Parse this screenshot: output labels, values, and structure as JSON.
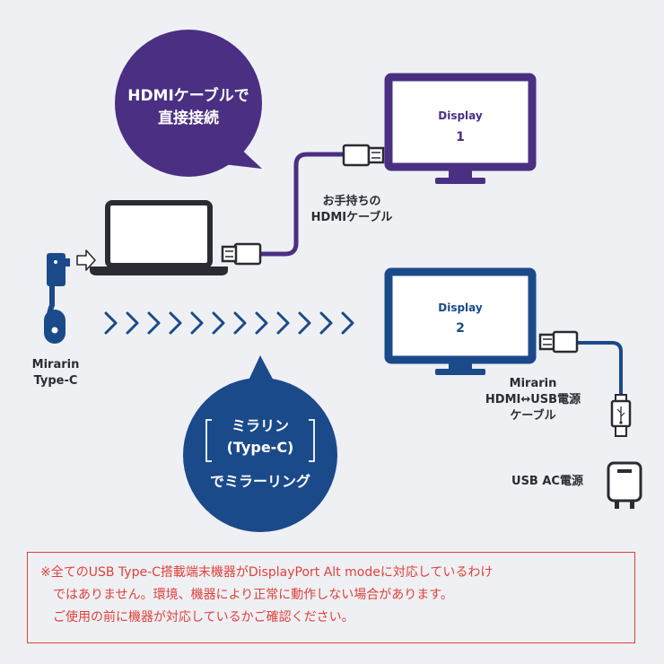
{
  "bubble_top": {
    "line1": "HDMIケーブルで",
    "line2": "直接接続"
  },
  "display1": {
    "name": "Display",
    "number": "1"
  },
  "display2": {
    "name": "Display",
    "number": "2"
  },
  "hdmi_cable_label": {
    "line1": "お手持ちの",
    "line2": "HDMIケーブル"
  },
  "mirarin_device_label": {
    "line1": "Mirarin",
    "line2": "Type-C"
  },
  "power_cable_label": {
    "line1": "Mirarin",
    "line2": "HDMI↔USB電源",
    "line3": "ケーブル"
  },
  "ac_adapter_label": "USB AC電源",
  "bubble_bottom": {
    "line1": "ミラリン",
    "line2": "(Type-C)",
    "line3": "でミラーリング"
  },
  "notice": {
    "line1": "※全てのUSB Type-C搭載端末機器がDisplayPort Alt modeに対応しているわけ",
    "line2": "ではありません。環境、機器により正常に動作しない場合があります。",
    "line3": "ご使用の前に機器が対応しているかご確認ください。"
  },
  "colors": {
    "purple": "#4a2f83",
    "navy": "#1b4a8a",
    "dark": "#2b2b33",
    "warning": "#e0413a",
    "background": "#eef0f4"
  }
}
